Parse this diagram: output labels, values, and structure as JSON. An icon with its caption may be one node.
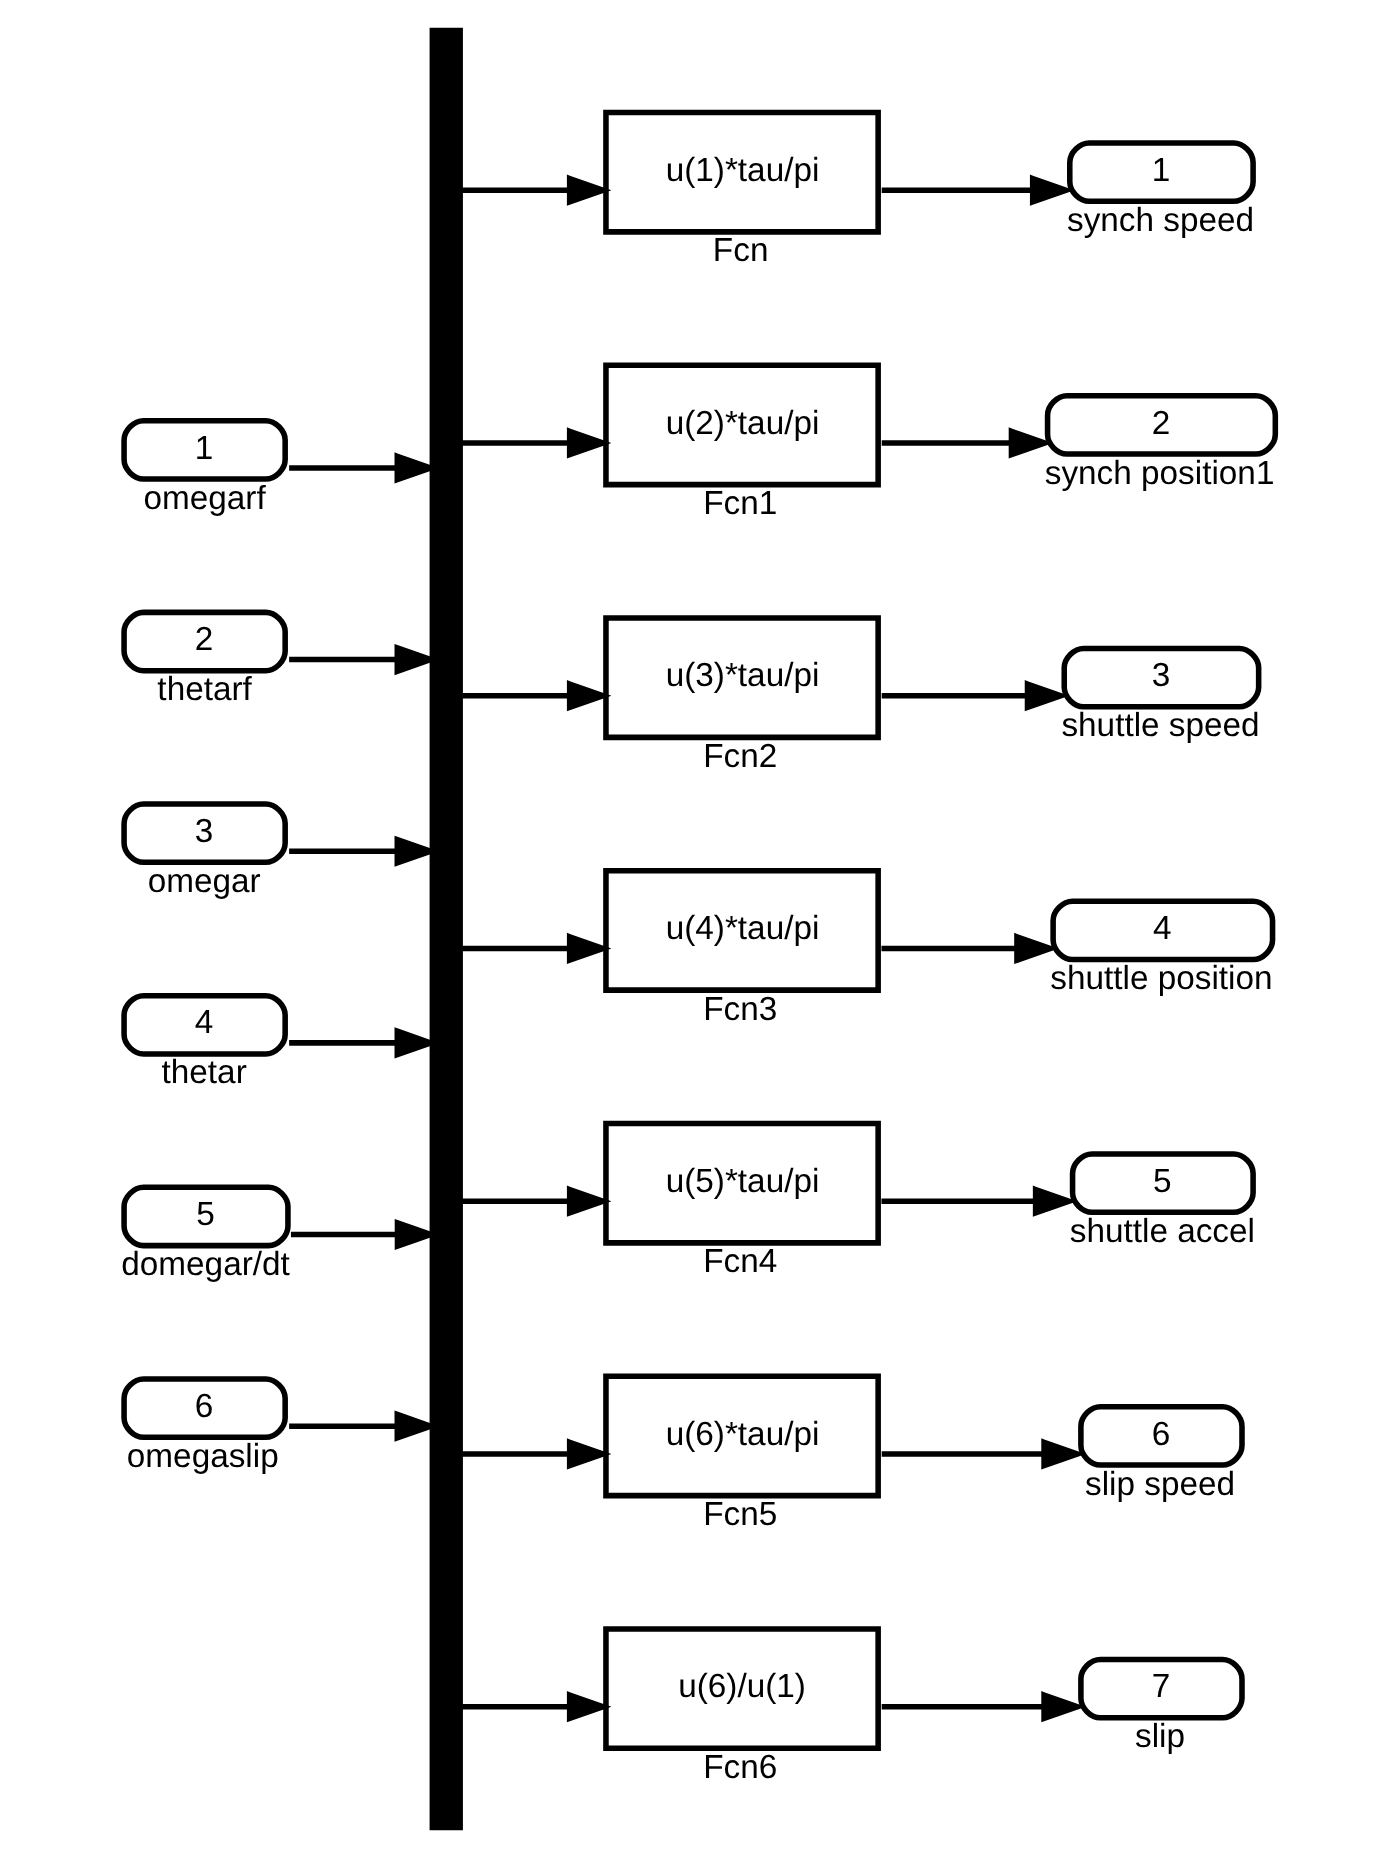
{
  "diagram": {
    "nodes": [
      {
        "text": [
          "1"
        ],
        "beside": [
          "omegarf"
        ]
      },
      {
        "text": [
          "2"
        ],
        "beside": [
          "thetarf"
        ]
      },
      {
        "text": [
          "3"
        ],
        "beside": [
          "omegar"
        ]
      },
      {
        "text": [
          "4"
        ],
        "beside": [
          "thetar"
        ]
      },
      {
        "text": [
          "5"
        ],
        "beside": [
          "domegar/dt"
        ]
      },
      {
        "text": [
          "6"
        ],
        "beside": [
          "omegaslip"
        ]
      },
      {
        "text": [],
        "shape": "bar"
      },
      {
        "text": [
          "u(1)*tau/pi"
        ],
        "beside": [
          "Fcn"
        ]
      },
      {
        "text": [
          "u(2)*tau/pi"
        ],
        "beside": [
          "Fcn1"
        ]
      },
      {
        "text": [
          "u(3)*tau/pi"
        ],
        "beside": [
          "Fcn2"
        ]
      },
      {
        "text": [
          "u(4)*tau/pi"
        ],
        "beside": [
          "Fcn3"
        ]
      },
      {
        "text": [
          "u(5)*tau/pi"
        ],
        "beside": [
          "Fcn4"
        ]
      },
      {
        "text": [
          "u(6)*tau/pi"
        ],
        "beside": [
          "Fcn5"
        ]
      },
      {
        "text": [
          "u(6)/u(1)"
        ],
        "beside": [
          "Fcn6"
        ]
      },
      {
        "text": [
          "1"
        ],
        "beside": [
          "synch speed"
        ]
      },
      {
        "text": [
          "2"
        ],
        "beside": [
          "synch position1"
        ]
      },
      {
        "text": [
          "3"
        ],
        "beside": [
          "shuttle speed"
        ]
      },
      {
        "text": [
          "4"
        ],
        "beside": [
          "shuttle position"
        ]
      },
      {
        "text": [
          "5"
        ],
        "beside": [
          "shuttle accel"
        ]
      },
      {
        "text": [
          "6"
        ],
        "beside": [
          "slip speed"
        ]
      },
      {
        "text": [
          "7"
        ],
        "beside": [
          "slip"
        ]
      }
    ],
    "edges": [
      {
        "from": 0,
        "to": 6,
        "arrow": "to"
      },
      {
        "from": 1,
        "to": 6,
        "arrow": "to"
      },
      {
        "from": 2,
        "to": 6,
        "arrow": "to"
      },
      {
        "from": 3,
        "to": 6,
        "arrow": "to"
      },
      {
        "from": 4,
        "to": 6,
        "arrow": "to"
      },
      {
        "from": 5,
        "to": 6,
        "arrow": "to"
      },
      {
        "from": 6,
        "to": 7,
        "arrow": "to"
      },
      {
        "from": 6,
        "to": 8,
        "arrow": "to"
      },
      {
        "from": 6,
        "to": 9,
        "arrow": "to"
      },
      {
        "from": 6,
        "to": 10,
        "arrow": "to"
      },
      {
        "from": 6,
        "to": 11,
        "arrow": "to"
      },
      {
        "from": 6,
        "to": 12,
        "arrow": "to"
      },
      {
        "from": 6,
        "to": 13,
        "arrow": "to"
      },
      {
        "from": 7,
        "to": 14,
        "arrow": "to"
      },
      {
        "from": 8,
        "to": 15,
        "arrow": "to"
      },
      {
        "from": 9,
        "to": 16,
        "arrow": "to"
      },
      {
        "from": 10,
        "to": 17,
        "arrow": "to"
      },
      {
        "from": 11,
        "to": 18,
        "arrow": "to"
      },
      {
        "from": 12,
        "to": 19,
        "arrow": "to"
      },
      {
        "from": 13,
        "to": 20,
        "arrow": "to"
      }
    ]
  }
}
